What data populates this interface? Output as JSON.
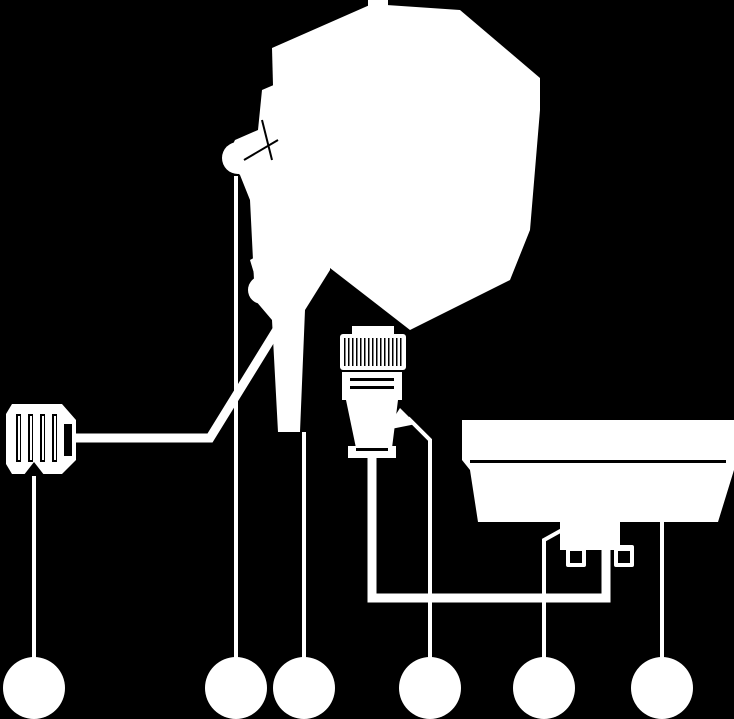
{
  "colors": {
    "background": "#000000",
    "foreground": "#ffffff"
  },
  "icons": [
    "hexagonal-housing-icon",
    "mounting-bracket-icon",
    "multi-pin-plug-icon",
    "circular-connector-icon",
    "control-unit-icon",
    "small-terminal-icon"
  ],
  "callouts": [
    {
      "id": "callout-1",
      "label": ""
    },
    {
      "id": "callout-2",
      "label": ""
    },
    {
      "id": "callout-3",
      "label": ""
    },
    {
      "id": "callout-4",
      "label": ""
    },
    {
      "id": "callout-5",
      "label": ""
    },
    {
      "id": "callout-6",
      "label": ""
    }
  ]
}
